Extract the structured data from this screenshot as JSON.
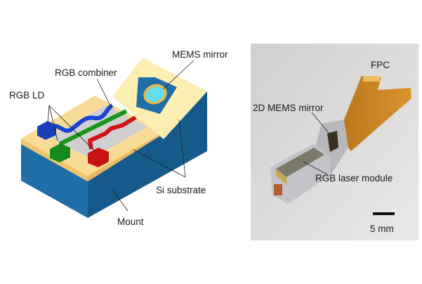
{
  "schematic": {
    "labels": {
      "mems_mirror": "MEMS mirror",
      "rgb_combiner": "RGB combiner",
      "rgb_ld": "RGB LD",
      "si_substrate": "Si substrate",
      "mount": "Mount"
    },
    "colors": {
      "mount": "#1f6ea8",
      "substrate": "#f5d488",
      "combiner": "#c8c8c8",
      "blue": "#1a44d0",
      "green": "#17941f",
      "red": "#d41414",
      "mirror": "#5ee0f0"
    }
  },
  "photo": {
    "labels": {
      "fpc": "FPC",
      "mems_mirror": "2D MEMS mirror",
      "laser_module": "RGB laser module",
      "scale": "5 mm"
    }
  }
}
